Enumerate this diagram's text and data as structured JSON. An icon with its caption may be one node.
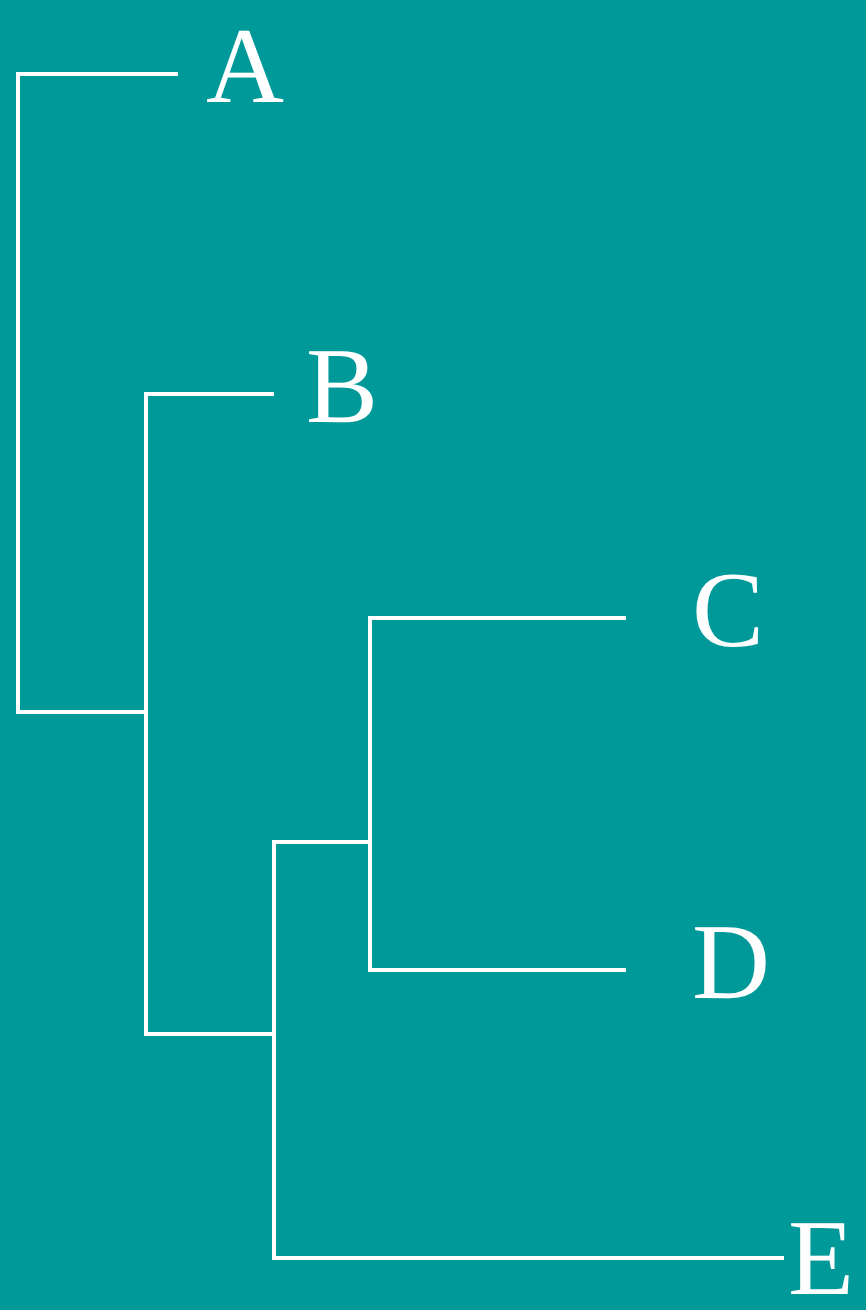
{
  "diagram": {
    "nodes": [
      {
        "text": [
          "A"
        ]
      },
      {
        "text": [
          "B"
        ]
      },
      {
        "text": [
          "C"
        ]
      },
      {
        "text": [
          "D"
        ]
      },
      {
        "text": [
          "E"
        ]
      }
    ],
    "edges": [
      {
        "from": null,
        "to": 0,
        "arrow": "none"
      },
      {
        "from": null,
        "to": 1,
        "arrow": "none"
      },
      {
        "from": null,
        "to": 2,
        "arrow": "none"
      },
      {
        "from": null,
        "to": 3,
        "arrow": "none"
      },
      {
        "from": null,
        "to": 4,
        "arrow": "none"
      }
    ]
  }
}
